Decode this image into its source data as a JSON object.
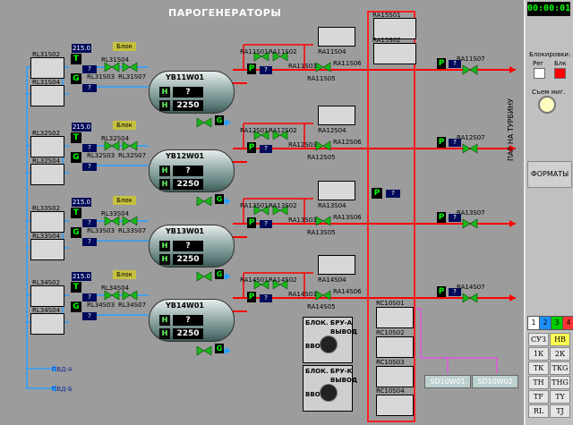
{
  "title": "ПАРОГЕНЕРАТОРЫ",
  "clock": "00:00:01",
  "side": {
    "blocking_label": "Блокировки:",
    "reg_label": "Рег",
    "blk_label": "Блк",
    "remove_label": "Съем миг.",
    "formats_label": "ФОРМАТЫ",
    "tabs": [
      "1",
      "2",
      "3",
      "4"
    ],
    "buttons": [
      "СУЗ",
      "НВ",
      "1К",
      "2К",
      "ТК",
      "ТКG",
      "ТН",
      "ТНG",
      "ТF",
      "ТY",
      "RL",
      "ТJ"
    ]
  },
  "vertical_label": "ПАР НА ТУРБИНУ",
  "pvd_a": "ПВД-А",
  "pvd_b": "ПВД-Б",
  "colors": {
    "steam": "#ff0000",
    "water": "#2aa0ff",
    "valve_green": "#18b818",
    "panel": "#9c9c9c"
  },
  "rows": [
    {
      "pressure": "215.0",
      "blok": "Блок",
      "rl_a": "RL31S02",
      "rl_b": "RL31S04",
      "rl_c": "RL31S03",
      "rl_d": "RL31S07",
      "rl_top": "RL31S04",
      "tank": "YB11W01",
      "h1": "?",
      "h2": "2250",
      "ra1": "RA11S01",
      "ra2": "RA11S02",
      "ra3": "RA11S03",
      "ra4": "RA11S04",
      "ra5": "RA11S05",
      "ra6": "RA11S06",
      "ra7": "RA11S07",
      "q": "?"
    },
    {
      "pressure": "215.0",
      "blok": "Блок",
      "rl_a": "RL32S02",
      "rl_b": "RL32S04",
      "rl_c": "RL32S03",
      "rl_d": "RL32S07",
      "rl_top": "RL32S04",
      "tank": "YB12W01",
      "h1": "?",
      "h2": "2250",
      "ra1": "RA12S01",
      "ra2": "RA12S02",
      "ra3": "RA12S03",
      "ra4": "RA12S04",
      "ra5": "RA12S05",
      "ra6": "RA12S06",
      "ra7": "RA12S07",
      "q": "?"
    },
    {
      "pressure": "215.0",
      "blok": "Блок",
      "rl_a": "RL33S02",
      "rl_b": "RL33S04",
      "rl_c": "RL33S03",
      "rl_d": "RL33S07",
      "rl_top": "RL33S04",
      "tank": "YB13W01",
      "h1": "?",
      "h2": "2250",
      "ra1": "RA13S01",
      "ra2": "RA13S02",
      "ra3": "RA13S03",
      "ra4": "RA13S04",
      "ra5": "RA13S05",
      "ra6": "RA13S06",
      "ra7": "RA13S07",
      "q": "?"
    },
    {
      "pressure": "215.0",
      "blok": "Блок",
      "rl_a": "RL34S02",
      "rl_b": "RL34S04",
      "rl_c": "RL34S03",
      "rl_d": "RL34S07",
      "rl_top": "RL34S04",
      "tank": "YB14W01",
      "h1": "?",
      "h2": "2250",
      "ra1": "RA14S01",
      "ra2": "RA14S02",
      "ra3": "RA14S03",
      "ra4": "RA14S04",
      "ra5": "RA14S05",
      "ra6": "RA14S06",
      "ra7": "RA14S07",
      "q": "?"
    }
  ],
  "collector": {
    "top1": "RA15S01",
    "top2": "RA15S02",
    "bot1": "RC10S01",
    "bot2": "RC10S02",
    "bot3": "RC10S03",
    "bot4": "RC10S04"
  },
  "bru_a": {
    "line1": "БЛОК. БРУ-А",
    "line2": "ВЫВОД",
    "line3": "ВВОД"
  },
  "bru_k": {
    "line1": "БЛОК. БРУ-К",
    "line2": "ВЫВОД",
    "line3": "ВВОД"
  },
  "sd1": "SD10W01",
  "sd2": "SD10W02"
}
